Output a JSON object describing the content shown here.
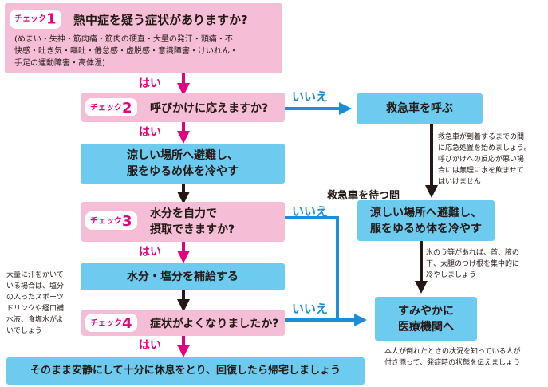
{
  "check1": {
    "tag_word": "チェック",
    "tag_num": "1",
    "question": "熱中症を疑う症状がありますか?",
    "symptoms": "(めまい・失神・筋肉痛・筋肉の硬直・大量の発汗・頭痛・不\n快感・吐き気・嘔吐・倦怠感・虚脱感・意識障害・けいれん・\n手足の運動障害・高体温)"
  },
  "yes1": "はい",
  "check2": {
    "tag_word": "チェック",
    "tag_num": "2",
    "question": "呼びかけに応えますか?"
  },
  "no2": "いいえ",
  "call_ambulance": "救急車を呼ぶ",
  "ambulance_note": "救急車が到着するまでの間\nに応急処置を始めましょう。\n呼びかけへの反応が悪い場\n合には無理に水を飲ませて\nはいけません",
  "wait_label": "救急車を待つ間",
  "yes2": "はい",
  "move_cool_left": "涼しい場所へ避難し、\n服をゆるめ体を冷やす",
  "move_cool_right": "涼しい場所へ避難し、\n服をゆるめ体を冷やす",
  "check3": {
    "tag_word": "チェック",
    "tag_num": "3",
    "question": "水分を自力で\n摂取できますか?"
  },
  "no3": "いいえ",
  "ice_note": "氷のう等があれば、首、腋の\n下、太腿のつけ根を集中的に\n冷やしましょう",
  "yes3": "はい",
  "hydrate": "水分・塩分を補給する",
  "sweat_note": "大量に汗をかいて\nいる場合は、塩分\nの入ったスポーツ\nドリンクや経口補\n水液、食塩水がよ\nいでしょう",
  "check4": {
    "tag_word": "チェック",
    "tag_num": "4",
    "question": "症状がよくなりましたか?"
  },
  "no4": "いいえ",
  "hospital": "すみやかに\n医療機関へ",
  "hospital_note": "本人が倒れたときの状況を知っている人が\n付き添って、発症時の状態を伝えましょう",
  "yes4": "はい",
  "rest": "そのまま安静にして十分に休息をとり、回復したら帰宅しましょう",
  "colors": {
    "pink_box": "#f6bed6",
    "blue_box": "#6ccbef",
    "pink_arrow": "#e4007f",
    "blue_arrow": "#1a8fd8",
    "black_arrow": "#231815"
  }
}
